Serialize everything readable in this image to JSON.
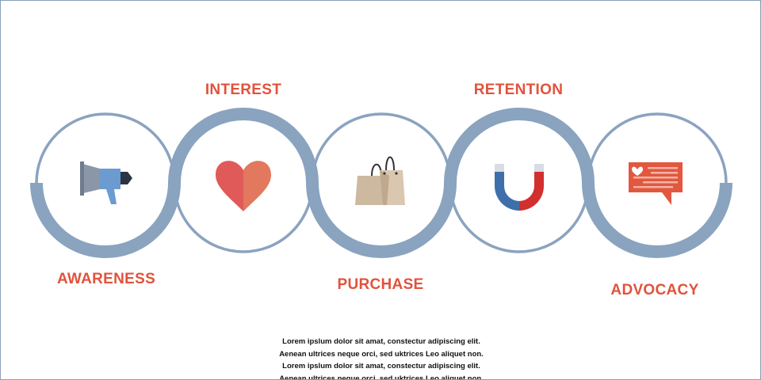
{
  "colors": {
    "band": "#8aa3bf",
    "label": "#e0533c",
    "text": "#111111"
  },
  "stages": [
    {
      "label": "AWARENESS",
      "icon": "megaphone-icon"
    },
    {
      "label": "INTEREST",
      "icon": "heart-icon"
    },
    {
      "label": "PURCHASE",
      "icon": "shopping-bag-icon"
    },
    {
      "label": "RETENTION",
      "icon": "magnet-icon"
    },
    {
      "label": "ADVOCACY",
      "icon": "chat-bubble-heart-icon"
    }
  ],
  "caption": [
    "Lorem ipslum dolor sit amat, constectur adipiscing elit.",
    "Aenean ultrices neque orci, sed uktrices Leo aliquet non.",
    "Lorem ipslum dolor sit amat, constectur adipiscing elit.",
    "Aenean ultrices neque orci, sed uktrices Leo aliquet non."
  ]
}
